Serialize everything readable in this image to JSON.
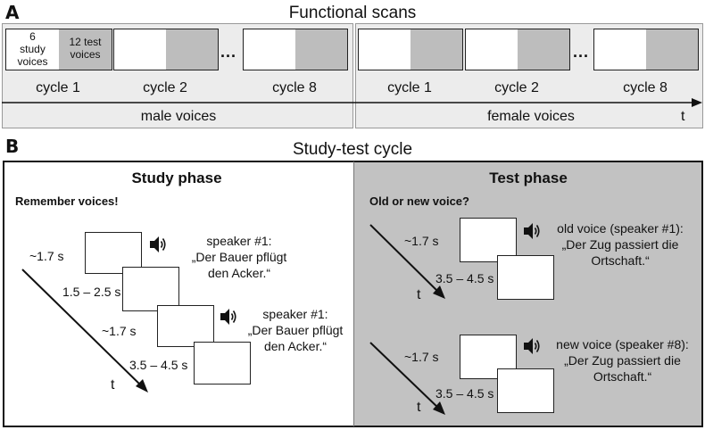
{
  "panel_a": {
    "letter": "A",
    "title": "Functional scans",
    "first_box": {
      "study_text": [
        "6",
        "study",
        "voices"
      ],
      "test_text": [
        "12 test",
        "voices"
      ]
    },
    "dots": "...",
    "male": {
      "cycles": [
        "cycle 1",
        "cycle 2",
        "cycle 8"
      ],
      "label": "male voices"
    },
    "female": {
      "cycles": [
        "cycle 1",
        "cycle 2",
        "cycle 8"
      ],
      "label": "female voices"
    },
    "time_label": "t"
  },
  "panel_b": {
    "letter": "B",
    "title": "Study-test cycle",
    "study": {
      "title": "Study phase",
      "instruction": "Remember voices!",
      "durations": [
        "~1.7 s",
        "1.5 – 2.5 s",
        "~1.7 s",
        "3.5 – 4.5 s"
      ],
      "speaker1_lines": [
        "speaker #1:",
        "„Der Bauer pflügt",
        "den Acker.“"
      ],
      "speaker2_lines": [
        "speaker #1:",
        "„Der Bauer pflügt",
        "den Acker.“"
      ],
      "time_label": "t"
    },
    "test": {
      "title": "Test phase",
      "instruction": "Old or new voice?",
      "old": {
        "durations": [
          "~1.7 s",
          "3.5 – 4.5 s"
        ],
        "lines": [
          "old voice (speaker #1):",
          "„Der Zug passiert die",
          "Ortschaft.“"
        ],
        "time_label": "t"
      },
      "new": {
        "durations": [
          "~1.7 s",
          "3.5 – 4.5 s"
        ],
        "lines": [
          "new voice (speaker #8):",
          "„Der Zug passiert die",
          "Ortschaft.“"
        ],
        "time_label": "t"
      }
    },
    "colors": {
      "test_bg": "#c2c2c2",
      "study_bg": "#ffffff",
      "group_bg": "#ececec",
      "test_half": "#bdbdbd"
    }
  }
}
